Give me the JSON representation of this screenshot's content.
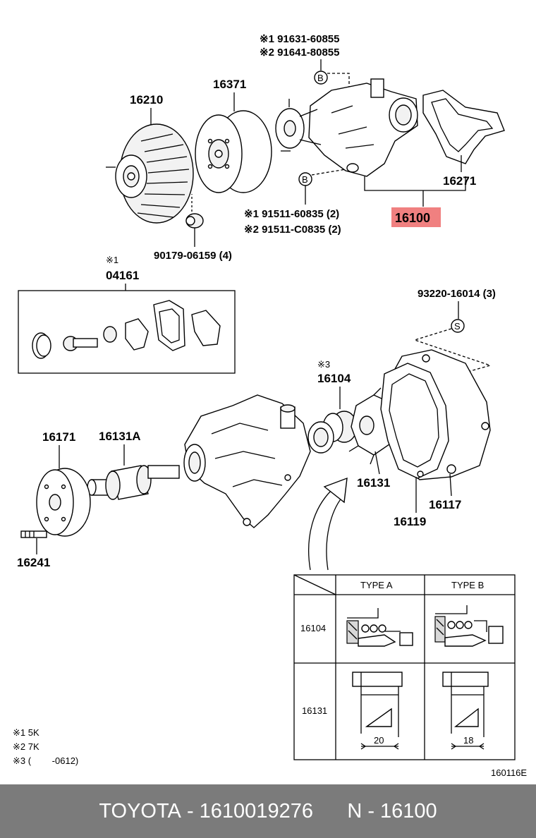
{
  "diagram": {
    "notes_top": {
      "n1": "※1 91631-60855",
      "n2": "※2 91641-80855"
    },
    "circle_b_top": "B",
    "circle_b_bottom": "B",
    "circle_s": "S",
    "labels": {
      "fan_clutch": "16210",
      "pulley": "16371",
      "gasket_top": "16271",
      "pump_assy": "16100",
      "bolt1": "※1 91511-60835 (2)",
      "bolt2": "※2 91511-C0835 (2)",
      "nut": "90179-06159 (4)",
      "kit_mark": "※1",
      "kit": "04161",
      "stud": "93220-16014 (3)",
      "seal_mark": "※3",
      "seal": "16104",
      "hub": "16171",
      "shaft": "16131A",
      "rotor": "16131",
      "plate": "16117",
      "gasket2": "16119",
      "pin": "16241"
    },
    "table": {
      "col_a": "TYPE A",
      "col_b": "TYPE B",
      "row1": "16104",
      "row2": "16131",
      "dim_a": "20",
      "dim_b": "18"
    },
    "legend": {
      "l1": "※1 5K",
      "l2": "※2 7K",
      "l3": "※3 (　　 -0612)"
    },
    "code": "160116E"
  },
  "footer": {
    "brand": "TOYOTA",
    "part_no": "1610019276",
    "ref": "N - 16100"
  },
  "colors": {
    "highlight": "#f08080",
    "footer_bg": "#7b7b7b",
    "footer_text": "#ffffff"
  }
}
